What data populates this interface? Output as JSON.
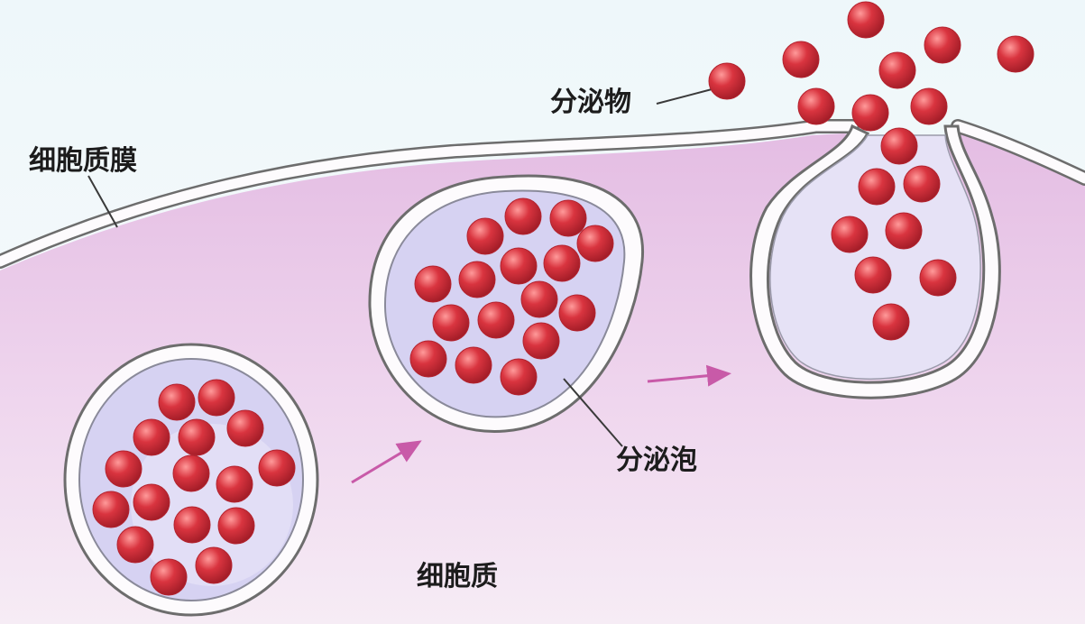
{
  "labels": {
    "secretion": "分泌物",
    "cell_membrane": "细胞质膜",
    "vesicle": "分泌泡",
    "cytoplasm": "细胞质"
  },
  "colors": {
    "cytoplasm": "#e8c8e6",
    "vesicle_lumen": "#d6d2f2",
    "membrane_fill": "#fdfbfd",
    "membrane_stroke": "#6d6d6d",
    "granule": "#d1323f",
    "granule_highlight": "#ff8a8a",
    "arrow": "#c85aa8",
    "leader_line": "#3a3a3a"
  }
}
